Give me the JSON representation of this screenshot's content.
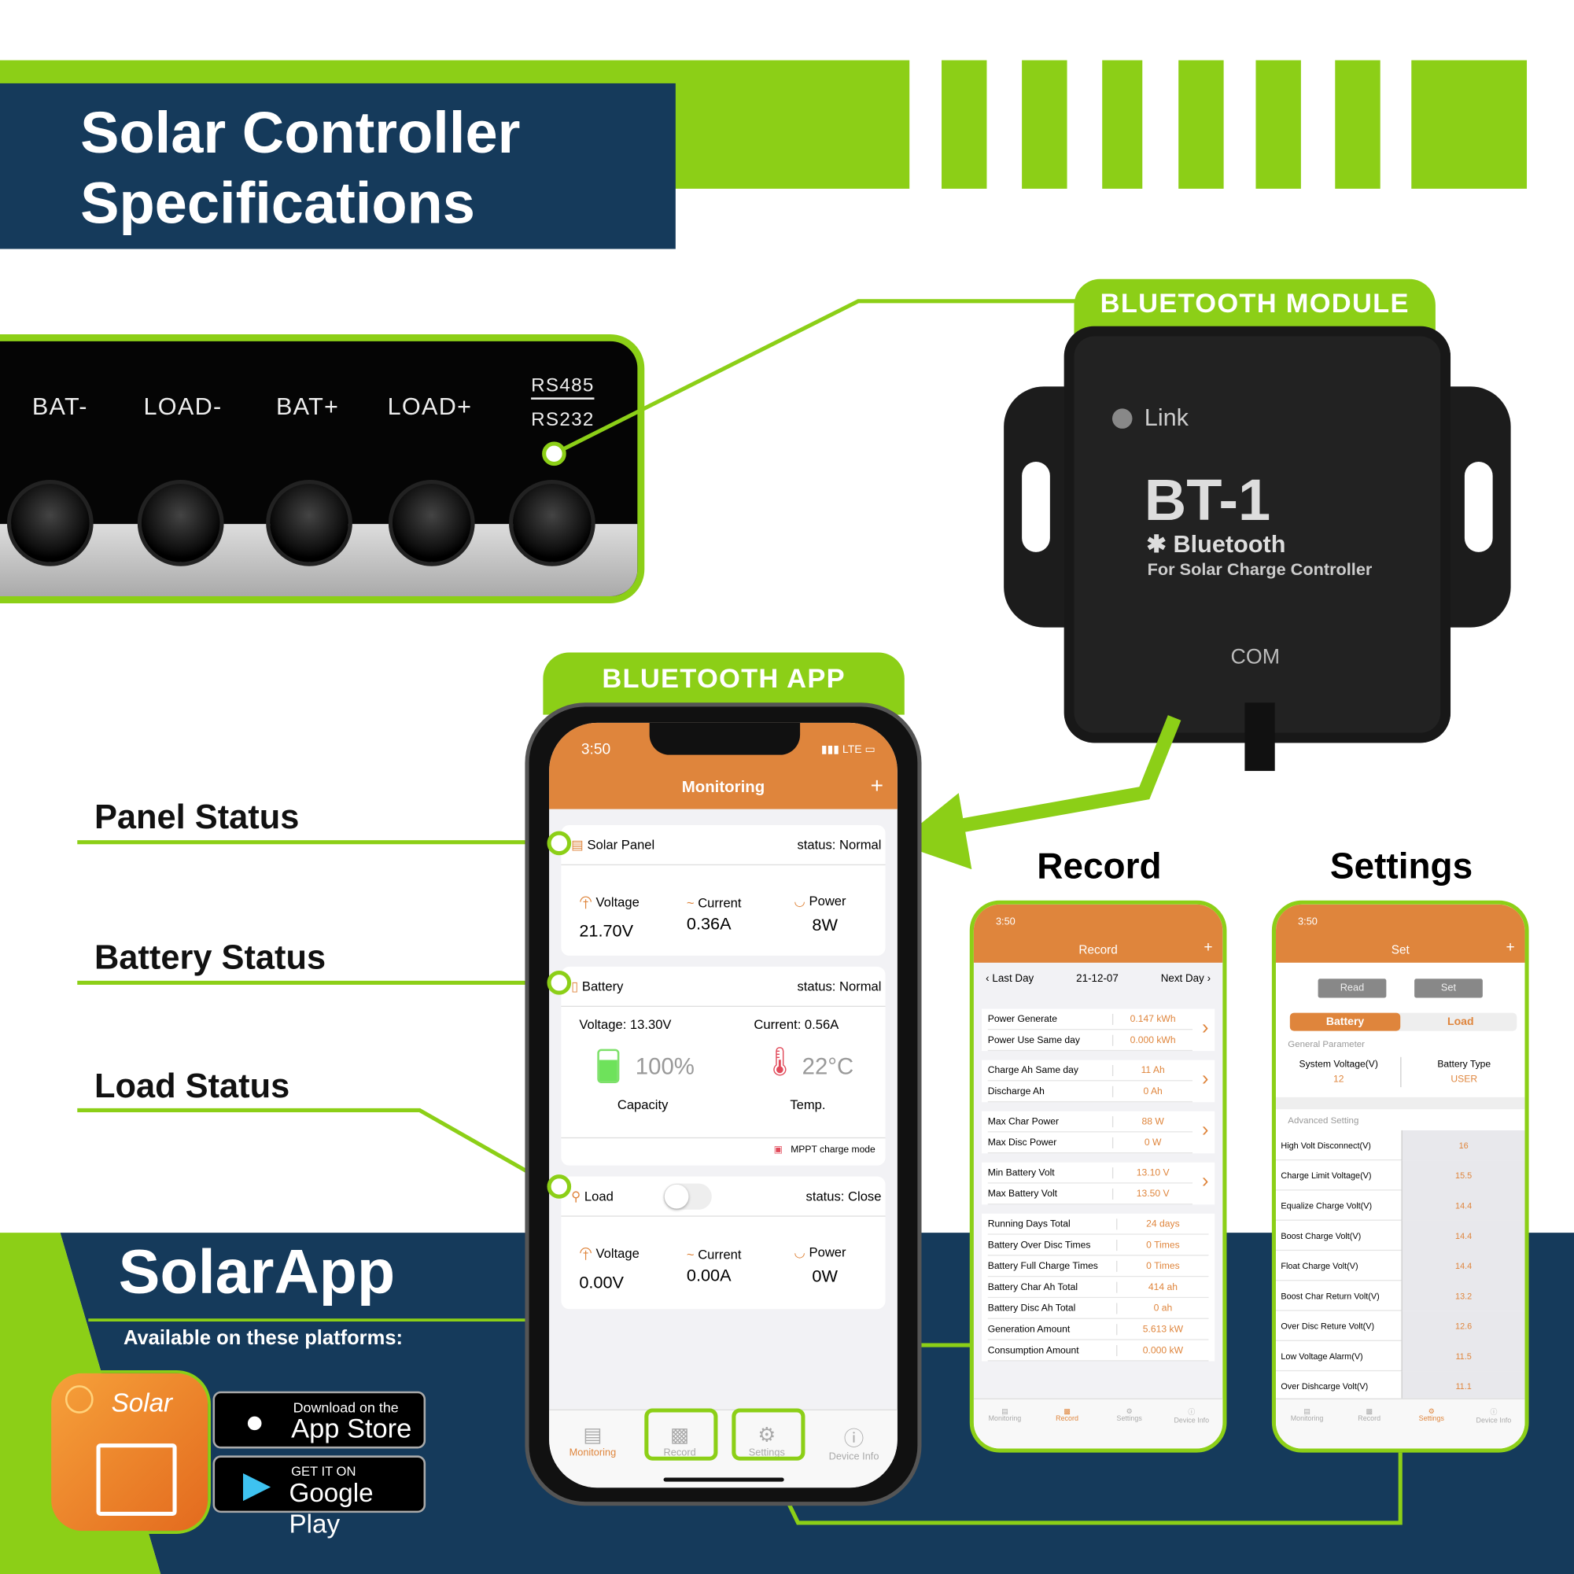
{
  "header": {
    "title_line1": "Solar Controller",
    "title_line2": "Specifications"
  },
  "terminals": {
    "labels": [
      "BAT-",
      "LOAD-",
      "BAT+",
      "LOAD+"
    ],
    "rs485": "RS485",
    "rs232": "RS232"
  },
  "module": {
    "tab": "BLUETOOTH MODULE",
    "link": "Link",
    "model": "BT-1",
    "bluetooth": "Bluetooth",
    "subtitle": "For Solar Charge Controller",
    "port": "COM"
  },
  "app_tab": "BLUETOOTH APP",
  "callouts": {
    "panel": "Panel Status",
    "battery": "Battery Status",
    "load": "Load Status"
  },
  "colors": {
    "accent_green": "#8ccf17",
    "navy": "#153a5b",
    "app_orange": "#df853c"
  },
  "monitor": {
    "time": "3:50",
    "network": "LTE",
    "title": "Monitoring",
    "add": "+",
    "solar": {
      "name": "Solar Panel",
      "status": "status: Normal",
      "voltage_label": "Voltage",
      "voltage": "21.70V",
      "current_label": "Current",
      "current": "0.36A",
      "power_label": "Power",
      "power": "8W"
    },
    "battery": {
      "name": "Battery",
      "status": "status: Normal",
      "voltage": "Voltage: 13.30V",
      "current": "Current: 0.56A",
      "capacity": "100%",
      "capacity_label": "Capacity",
      "temp": "22°C",
      "temp_label": "Temp.",
      "mode": "MPPT charge mode"
    },
    "load": {
      "name": "Load",
      "status": "status: Close",
      "toggle_on": false,
      "voltage_label": "Voltage",
      "voltage": "0.00V",
      "current_label": "Current",
      "current": "0.00A",
      "power_label": "Power",
      "power": "0W"
    },
    "tabs": [
      "Monitoring",
      "Record",
      "Settings",
      "Device Info"
    ]
  },
  "record_label": "Record",
  "settings_label": "Settings",
  "record": {
    "time": "3:50",
    "title": "Record",
    "prev": "Last Day",
    "date": "21-12-07",
    "next": "Next Day",
    "groups": [
      [
        [
          "Power Generate",
          "0.147 kWh"
        ],
        [
          "Power Use Same day",
          "0.000 kWh"
        ]
      ],
      [
        [
          "Charge Ah Same day",
          "11 Ah"
        ],
        [
          "Discharge Ah",
          "0 Ah"
        ]
      ],
      [
        [
          "Max Char Power",
          "88 W"
        ],
        [
          "Max Disc Power",
          "0 W"
        ]
      ],
      [
        [
          "Min Battery Volt",
          "13.10 V"
        ],
        [
          "Max Battery Volt",
          "13.50 V"
        ]
      ]
    ],
    "totals": [
      [
        "Running Days Total",
        "24 days"
      ],
      [
        "Battery Over Disc Times",
        "0 Times"
      ],
      [
        "Battery Full Charge Times",
        "0 Times"
      ],
      [
        "Battery Char Ah Total",
        "414 ah"
      ],
      [
        "Battery Disc Ah Total",
        "0 ah"
      ],
      [
        "Generation Amount",
        "5.613 kW"
      ],
      [
        "Consumption Amount",
        "0.000 kW"
      ]
    ]
  },
  "settings": {
    "time": "3:50",
    "title": "Set",
    "read": "Read",
    "set": "Set",
    "seg_battery": "Battery",
    "seg_load": "Load",
    "general": "General Parameter",
    "sys_v_label": "System Voltage(V)",
    "sys_v": "12",
    "bat_type_label": "Battery Type",
    "bat_type": "USER",
    "advanced": "Advanced Setting",
    "rows": [
      [
        "High Volt Disconnect(V)",
        "16"
      ],
      [
        "Charge Limit Voltage(V)",
        "15.5"
      ],
      [
        "Equalize Charge Volt(V)",
        "14.4"
      ],
      [
        "Boost Charge Volt(V)",
        "14.4"
      ],
      [
        "Float Charge Volt(V)",
        "14.4"
      ],
      [
        "Boost Char Return Volt(V)",
        "13.2"
      ],
      [
        "Over Disc Reture Volt(V)",
        "12.6"
      ],
      [
        "Low Voltage Alarm(V)",
        "11.5"
      ],
      [
        "Over Dishcarge Volt(V)",
        "11.1"
      ]
    ]
  },
  "promo": {
    "app_name": "SolarApp",
    "available": "Available on these platforms:",
    "icon_text": "Solar",
    "appstore_small": "Download on the",
    "appstore_big": "App Store",
    "gplay_small": "GET IT ON",
    "gplay_big": "Google Play"
  }
}
